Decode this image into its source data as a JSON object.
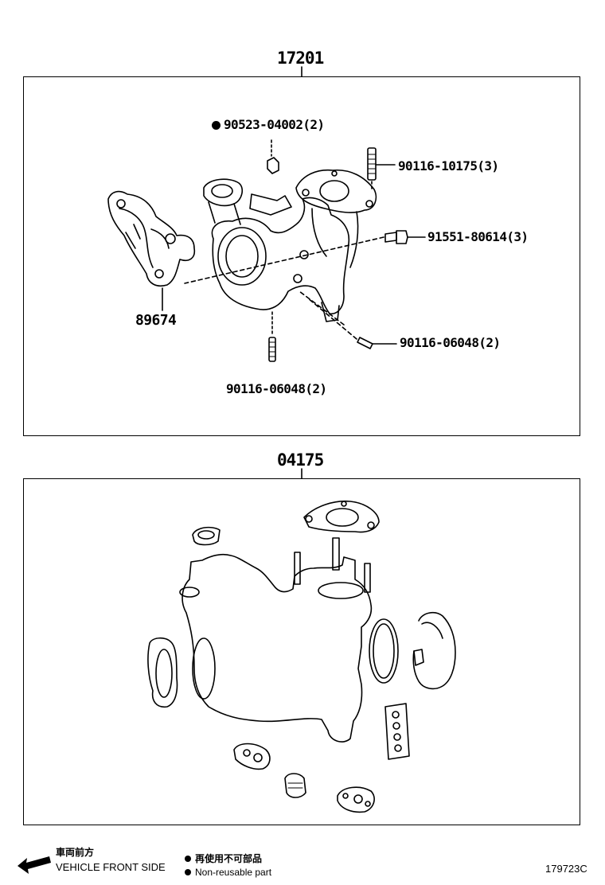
{
  "sections": [
    {
      "header": "17201",
      "labels": {
        "nonreuse_nut": "90523-04002(2)",
        "stud_top": "90116-10175(3)",
        "bolt_right": "91551-80614(3)",
        "stud_right": "90116-06048(2)",
        "stud_bottom": "90116-06048(2)",
        "bracket": "89674"
      }
    },
    {
      "header": "04175"
    }
  ],
  "legend": {
    "front_jp": "車両前方",
    "front_en": "VEHICLE FRONT SIDE",
    "nonreuse_jp": "再使用不可部品",
    "nonreuse_en": "Non-reusable part"
  },
  "figure_id": "179723C"
}
